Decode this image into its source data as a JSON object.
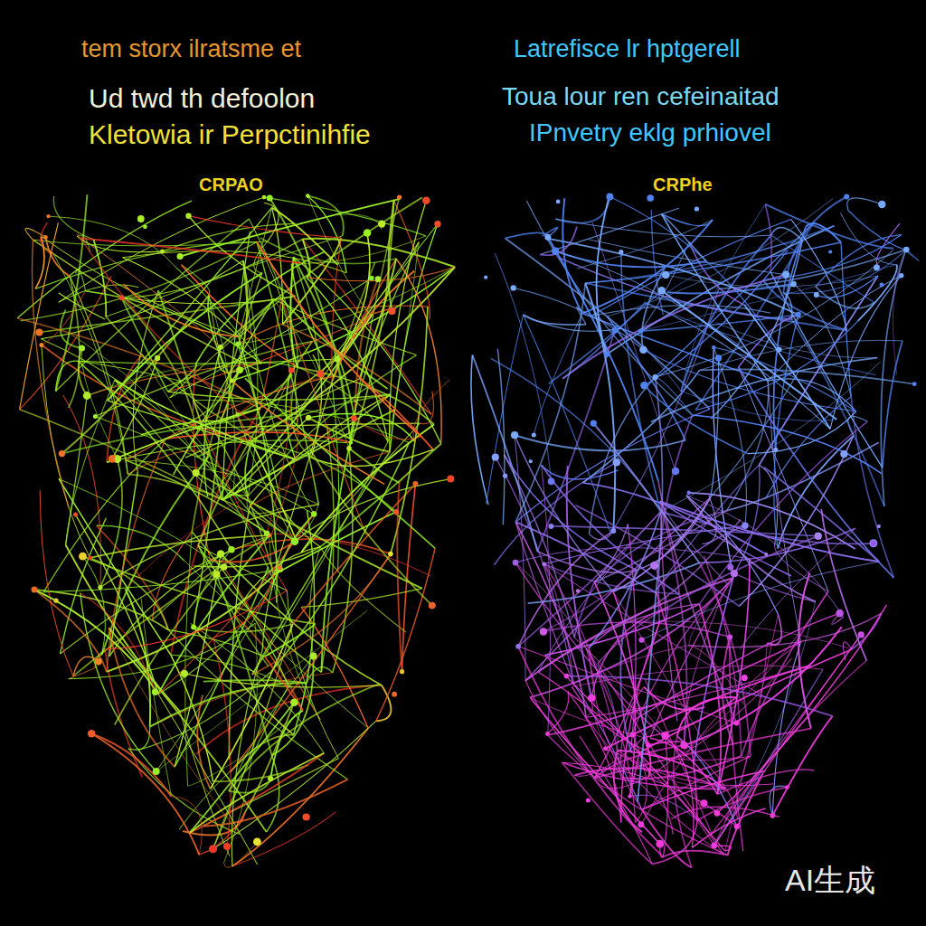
{
  "diagram": {
    "labels": [
      "tem storx ilratsme et",
      "Ud twd th defoolon",
      "Kletowia ir Perpctinihfie",
      "CRPAO",
      "Latrefisce lr hptgerell",
      "Toua lour ren cefeinaitad",
      "IPnvetry eklg prhiovel",
      "CRPhe",
      "AI生成"
    ]
  }
}
